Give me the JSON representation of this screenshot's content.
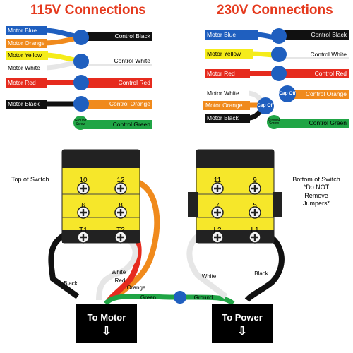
{
  "titles": {
    "left": "115V Connections",
    "right": "230V Connections"
  },
  "colors": {
    "blue": "#1f5fbf",
    "orange": "#f08a1c",
    "yellow": "#f5ec1a",
    "white": "#e6e6e6",
    "red": "#e62b1e",
    "black": "#111111",
    "green": "#20a545",
    "switch_yellow": "#f6e72a",
    "title_red": "#e53a1e"
  },
  "conn115": {
    "motor_blue": "Motor Blue",
    "motor_orange": "Motor Orange",
    "control_black": "Control Black",
    "motor_yellow": "Motor Yellow",
    "motor_white": "Motor White",
    "control_white": "Control White",
    "motor_red": "Motor Red",
    "control_red": "Control Red",
    "motor_black": "Motor Black",
    "control_orange": "Control Orange",
    "ground_screw": "Ground Screw",
    "control_green": "Control Green"
  },
  "conn230": {
    "motor_blue": "Motor Blue",
    "control_black": "Control Black",
    "motor_yellow": "Motor Yellow",
    "control_white": "Control White",
    "motor_red": "Motor Red",
    "control_red": "Control Red",
    "motor_white": "Motor White",
    "motor_orange": "Motor Orange",
    "motor_black": "Motor Black",
    "cap_off": "Cap Off",
    "control_orange": "Control Orange",
    "ground_screw": "Ground Screw",
    "control_green": "Control Green"
  },
  "switch_left": {
    "terminals": [
      "10",
      "12",
      "6",
      "8",
      "T1",
      "T2"
    ],
    "note": "Top of Switch"
  },
  "switch_right": {
    "terminals": [
      "11",
      "9",
      "7",
      "5",
      "L2",
      "L1"
    ],
    "note_lines": [
      "Bottom of Switch",
      "*Do NOT",
      "Remove",
      "Jumpers*"
    ]
  },
  "wire_labels": {
    "white_left": "White",
    "red": "Red",
    "orange": "Orange",
    "black_left": "Black",
    "green_left": "Green",
    "ground": "Ground",
    "white_right": "White",
    "black_right": "Black"
  },
  "boxes": {
    "motor": "To Motor",
    "power": "To Power",
    "arrow": "⇩"
  }
}
